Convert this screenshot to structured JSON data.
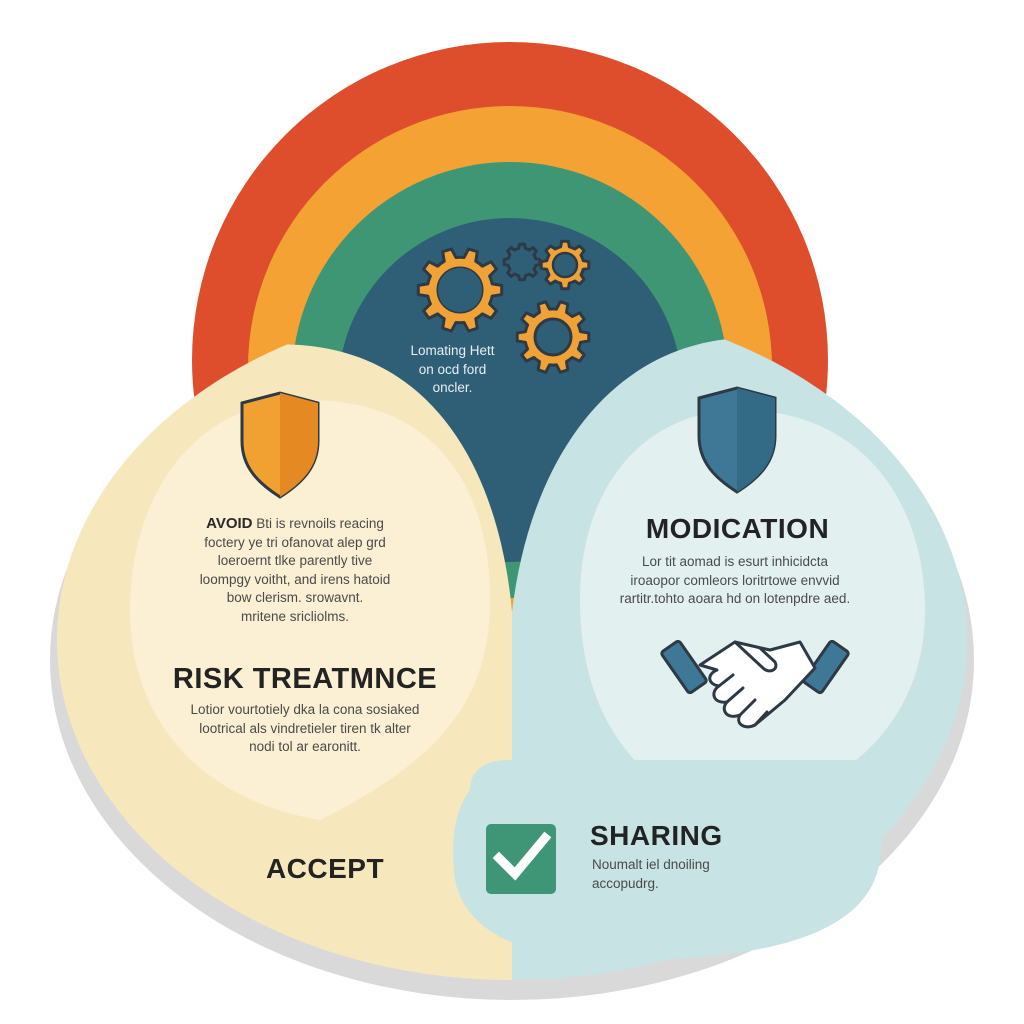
{
  "colors": {
    "background": "#ffffff",
    "ring_red": "#de4e2c",
    "ring_orange": "#f3a233",
    "ring_green": "#3f9675",
    "core_navy": "#2f5f77",
    "left_cream": "#f7e7bd",
    "left_cream_light": "#fbefd4",
    "right_blue": "#c7e3e4",
    "right_blue_light": "#e2f0f0",
    "gear_orange": "#f0a236",
    "shield_orange": "#f0a132",
    "shield_blue": "#3e7896",
    "check_green": "#3f9677",
    "outline_dark": "#2d3a45"
  },
  "top": {
    "icon": "gears-icon",
    "caption_lines": [
      "Lomating Hett",
      "on ocd ford",
      "oncler."
    ]
  },
  "left": {
    "icon": "shield-icon",
    "avoid_label": "AVOID",
    "avoid_lines": [
      "Bti is revnoils reacing",
      "foctery ye tri ofanovat alep grd",
      "loeroernt tlke parently tive",
      "loompgy voitht, and irens hatoid",
      "bow clerism. srowavnt.",
      "mritene sricliolms."
    ],
    "avoid_first_line_rest": "Bti is revnoils reacing",
    "title": "RISK TREATMNCE",
    "body_lines": [
      "Lotior vourtotiely dka la cona sosiaked",
      "lootrical als vindretieler tiren tk alter",
      "nodi tol ar earonitt."
    ]
  },
  "right": {
    "icon": "shield-icon",
    "title": "MODICATION",
    "body_lines": [
      "Lor tit aomad is esurt inhicidcta",
      "iroaopor comleors loritrtowe envvid",
      "rartitr.tohto aoara hd on lotenpdre aed."
    ],
    "handshake_icon": "handshake-icon"
  },
  "bottom_left": {
    "title": "ACCEPT"
  },
  "bottom_right": {
    "icon": "checkmark-icon",
    "title": "SHARING",
    "body_lines": [
      "Noumalt iel dnoiling",
      "accopudrg."
    ]
  }
}
